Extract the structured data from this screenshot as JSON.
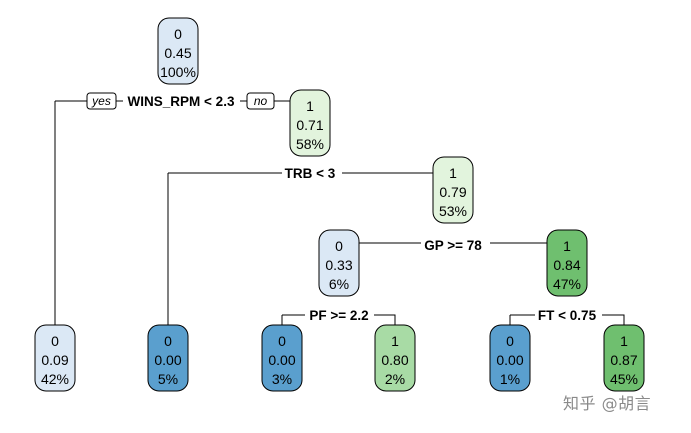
{
  "colors": {
    "class0_strong": "#5a9fce",
    "class0_light": "#dbe8f5",
    "class1_strong": "#6fbf6f",
    "class1_mid": "#a8dba5",
    "class1_light": "#e2f4dd",
    "edge": "#000000"
  },
  "nodes": [
    {
      "id": "root",
      "class": "0",
      "prob": "0.45",
      "pct": "100%",
      "fill": "class0_light"
    },
    {
      "id": "n-yes-leaf",
      "class": "0",
      "prob": "0.09",
      "pct": "42%",
      "fill": "class0_light"
    },
    {
      "id": "n-58",
      "class": "1",
      "prob": "0.71",
      "pct": "58%",
      "fill": "class1_light"
    },
    {
      "id": "n-leaf-5",
      "class": "0",
      "prob": "0.00",
      "pct": "5%",
      "fill": "class0_strong"
    },
    {
      "id": "n-53",
      "class": "1",
      "prob": "0.79",
      "pct": "53%",
      "fill": "class1_light"
    },
    {
      "id": "n-6",
      "class": "0",
      "prob": "0.33",
      "pct": "6%",
      "fill": "class0_light"
    },
    {
      "id": "n-47",
      "class": "1",
      "prob": "0.84",
      "pct": "47%",
      "fill": "class1_strong"
    },
    {
      "id": "n-leaf-3",
      "class": "0",
      "prob": "0.00",
      "pct": "3%",
      "fill": "class0_strong"
    },
    {
      "id": "n-leaf-2",
      "class": "1",
      "prob": "0.80",
      "pct": "2%",
      "fill": "class1_mid"
    },
    {
      "id": "n-leaf-1",
      "class": "0",
      "prob": "0.00",
      "pct": "1%",
      "fill": "class0_strong"
    },
    {
      "id": "n-leaf-45",
      "class": "1",
      "prob": "0.87",
      "pct": "45%",
      "fill": "class1_strong"
    }
  ],
  "splits": [
    {
      "id": "s-wins",
      "label": "WINS_RPM < 2.3"
    },
    {
      "id": "s-trb",
      "label": "TRB < 3"
    },
    {
      "id": "s-gp",
      "label": "GP >= 78"
    },
    {
      "id": "s-pf",
      "label": "PF >= 2.2"
    },
    {
      "id": "s-ft",
      "label": "FT < 0.75"
    }
  ],
  "yes_label": "yes",
  "no_label": "no",
  "watermark": "知乎 @胡言"
}
